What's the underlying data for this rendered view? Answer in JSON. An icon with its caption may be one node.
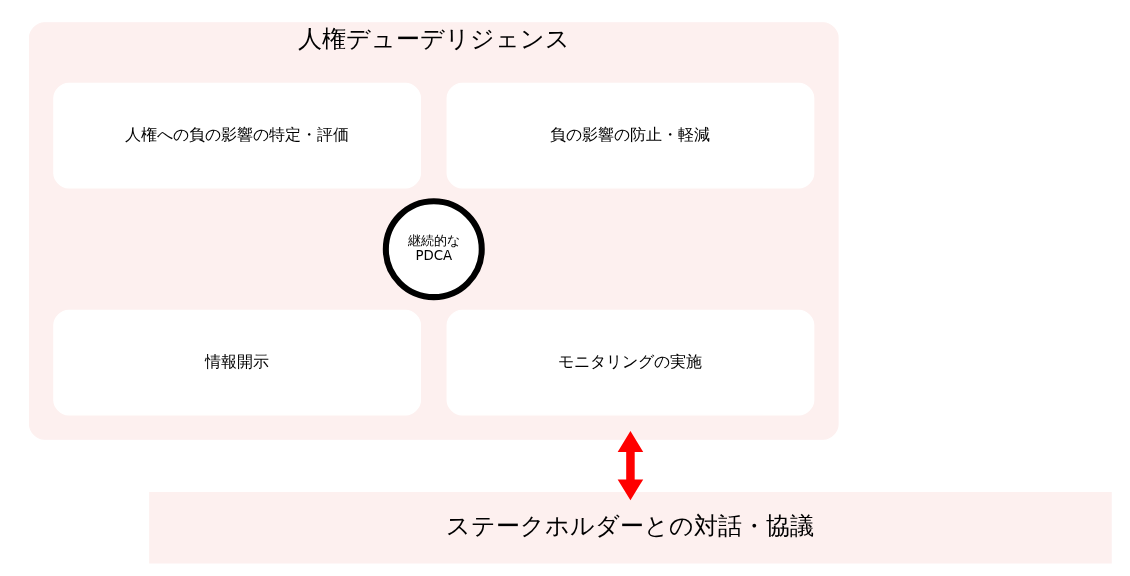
{
  "diagram": {
    "nodes": [
      {
        "text": [
          "人権デューデリジェンス"
        ]
      },
      {
        "text": [
          "人権への負の影響の特定・評価"
        ],
        "in": 0
      },
      {
        "text": [
          "負の影響の防止・軽減"
        ],
        "in": 0
      },
      {
        "text": [
          "継続的な PDCA"
        ],
        "in": 0
      },
      {
        "text": [
          "情報開示"
        ],
        "in": 0
      },
      {
        "text": [
          "モニタリングの実施"
        ],
        "in": 0
      },
      {
        "text": [
          "ステークホルダーとの対話・協議"
        ]
      }
    ],
    "edges": [
      {
        "from": 0,
        "to": 6,
        "arrow": "both",
        "color": "#ff0000"
      }
    ]
  }
}
